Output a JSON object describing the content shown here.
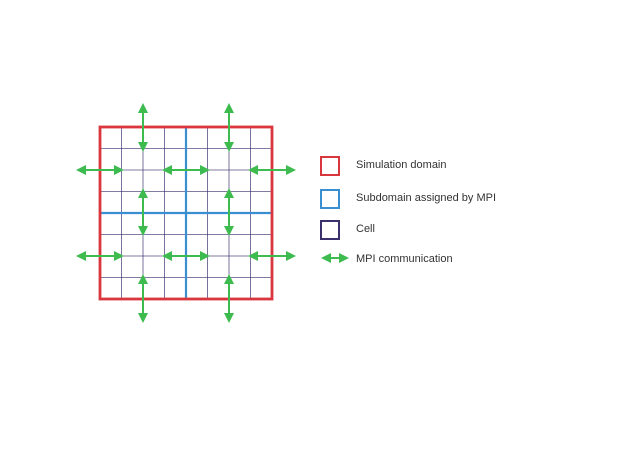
{
  "colors": {
    "domain": "#d9363e",
    "subdomain": "#3a8fd0",
    "cell": "#3b2f6e",
    "arrow": "#3dbb4f"
  },
  "grid": {
    "cells_per_side": 8,
    "subdomains_per_side": 2
  },
  "legend": {
    "items": [
      {
        "type": "box",
        "color_key": "domain",
        "label": "Simulation domain",
        "icon": "red-square-icon"
      },
      {
        "type": "box",
        "color_key": "subdomain",
        "label": "Subdomain assigned by MPI",
        "icon": "blue-square-icon"
      },
      {
        "type": "box",
        "color_key": "cell",
        "label": "Cell",
        "icon": "purple-square-icon"
      },
      {
        "type": "arrow",
        "color_key": "arrow",
        "label": "MPI communication",
        "icon": "double-arrow-icon"
      }
    ]
  }
}
